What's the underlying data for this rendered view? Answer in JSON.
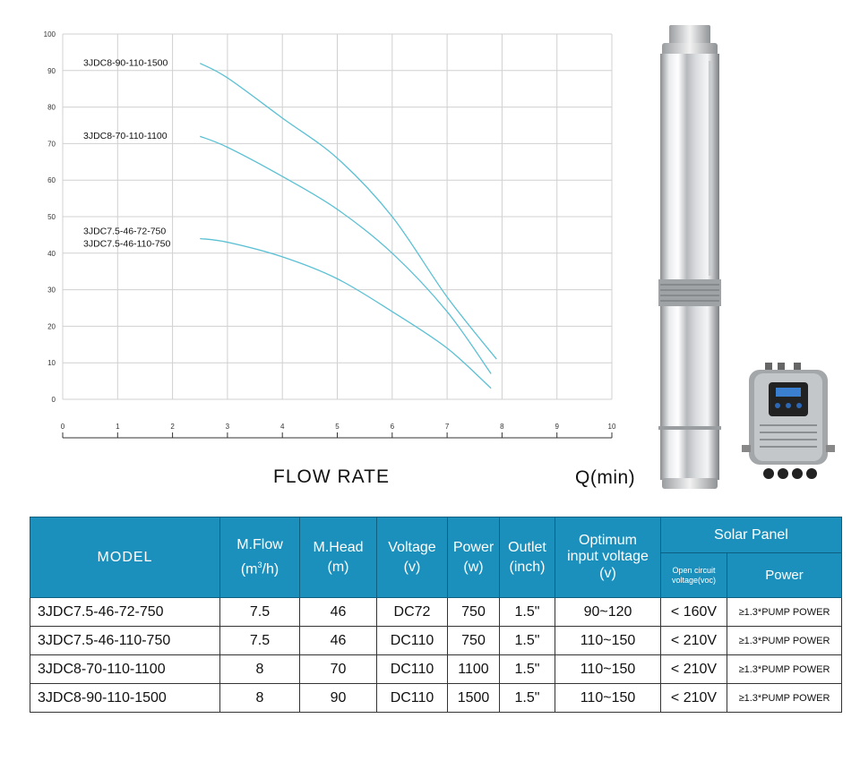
{
  "chart_data": {
    "type": "line",
    "x_ticks": [
      "0",
      "1",
      "2",
      "3",
      "4",
      "5",
      "6",
      "7",
      "8",
      "9",
      "10"
    ],
    "y_ticks": [
      "0",
      "10",
      "20",
      "30",
      "40",
      "50",
      "60",
      "70",
      "80",
      "90",
      "100"
    ],
    "xlim": [
      0,
      10
    ],
    "ylim": [
      0,
      100
    ],
    "xlabel": "FLOW RATE",
    "xunit": "Q(min)",
    "grid": true,
    "series": [
      {
        "name": "3JDC8-90-110-1500",
        "x": [
          2.5,
          3,
          4,
          5,
          6,
          7,
          7.9
        ],
        "y": [
          92,
          88,
          77,
          66,
          50,
          28,
          11
        ]
      },
      {
        "name": "3JDC8-70-110-1100",
        "x": [
          2.5,
          3,
          4,
          5,
          6,
          7,
          7.8
        ],
        "y": [
          72,
          69,
          61,
          52,
          40,
          24,
          7
        ]
      },
      {
        "name": "3JDC7.5-46-72-750",
        "x": [
          2.5,
          3,
          4,
          5,
          6,
          7,
          7.8
        ],
        "y": [
          44,
          43,
          39,
          33,
          24,
          14,
          3
        ]
      },
      {
        "name": "3JDC7.5-46-110-750",
        "x": [],
        "y": []
      }
    ],
    "line_color": "#5bc0d4"
  },
  "table": {
    "headers": {
      "model": "MODEL",
      "flow": "M.Flow",
      "flow_unit_pre": "(m",
      "flow_unit_sup": "3",
      "flow_unit_post": "/h)",
      "head": "M.Head",
      "head_unit": "(m)",
      "voltage": "Voltage",
      "voltage_unit": "(v)",
      "power": "Power",
      "power_unit": "(w)",
      "outlet": "Outlet",
      "outlet_unit": "(inch)",
      "optimum_1": "Optimum",
      "optimum_2": "input voltage",
      "optimum_unit": "(v)",
      "solar": "Solar Panel",
      "voc_1": "Open circuit",
      "voc_2": "voltage(voc)",
      "solar_power": "Power"
    },
    "rows": [
      {
        "model": "3JDC7.5-46-72-750",
        "flow": "7.5",
        "head": "46",
        "voltage": "DC72",
        "power": "750",
        "outlet": "1.5\"",
        "optimum": "90~120",
        "voc": "< 160V",
        "solar_power": "≥1.3*PUMP POWER"
      },
      {
        "model": "3JDC7.5-46-110-750",
        "flow": "7.5",
        "head": "46",
        "voltage": "DC110",
        "power": "750",
        "outlet": "1.5\"",
        "optimum": "110~150",
        "voc": "< 210V",
        "solar_power": "≥1.3*PUMP POWER"
      },
      {
        "model": "3JDC8-70-110-1100",
        "flow": "8",
        "head": "70",
        "voltage": "DC110",
        "power": "1100",
        "outlet": "1.5\"",
        "optimum": "110~150",
        "voc": "< 210V",
        "solar_power": "≥1.3*PUMP POWER"
      },
      {
        "model": "3JDC8-90-110-1500",
        "flow": "8",
        "head": "90",
        "voltage": "DC110",
        "power": "1500",
        "outlet": "1.5\"",
        "optimum": "110~150",
        "voc": "< 210V",
        "solar_power": "≥1.3*PUMP POWER"
      }
    ]
  },
  "colors": {
    "header_bg": "#1c90bd",
    "curve": "#5bc0d4",
    "grid": "#d0d0d0"
  }
}
